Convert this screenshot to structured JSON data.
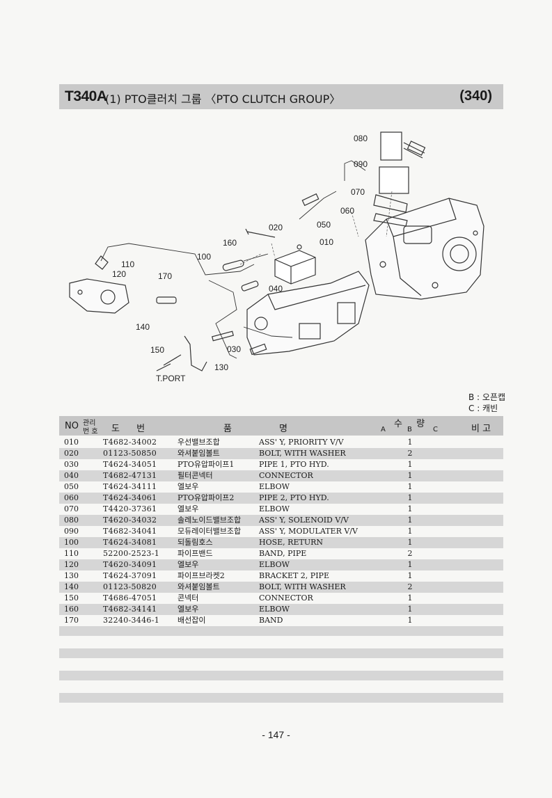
{
  "header": {
    "code": "T340A",
    "title": "(1) PTO클러치 그룹 〈PTO CLUTCH GROUP〉",
    "page_ref": "(340)"
  },
  "diagram": {
    "callouts": [
      "080",
      "090",
      "070",
      "060",
      "050",
      "020",
      "010",
      "160",
      "100",
      "110",
      "120",
      "170",
      "040",
      "140",
      "150",
      "030",
      "130",
      "T.PORT"
    ]
  },
  "legend": {
    "b": "B : 오픈캡",
    "c": "C : 캐빈"
  },
  "table": {
    "headers": {
      "no": "NO",
      "mgmt_top": "관리",
      "mgmt_bottom": "번 호",
      "drawing": "도 번",
      "part": "품",
      "name": "명",
      "qty": "수 량",
      "a": "A",
      "b": "B",
      "c": "C",
      "remarks": "비 고"
    },
    "rows": [
      {
        "no": "010",
        "part": "T4682-34002",
        "kr": "우선밸브조합",
        "en": "ASS' Y, PRIORITY V/V",
        "qty": "1"
      },
      {
        "no": "020",
        "part": "01123-50850",
        "kr": "와셔붙임볼트",
        "en": "BOLT, WITH WASHER",
        "qty": "2"
      },
      {
        "no": "030",
        "part": "T4624-34051",
        "kr": "PTO유압파이프1",
        "en": "PIPE 1, PTO HYD.",
        "qty": "1"
      },
      {
        "no": "040",
        "part": "T4682-47131",
        "kr": "필터콘넥터",
        "en": "CONNECTOR",
        "qty": "1"
      },
      {
        "no": "050",
        "part": "T4624-34111",
        "kr": "엘보우",
        "en": "ELBOW",
        "qty": "1"
      },
      {
        "no": "060",
        "part": "T4624-34061",
        "kr": "PTO유압파이프2",
        "en": "PIPE 2, PTO HYD.",
        "qty": "1"
      },
      {
        "no": "070",
        "part": "T4420-37361",
        "kr": "엘보우",
        "en": "ELBOW",
        "qty": "1"
      },
      {
        "no": "080",
        "part": "T4620-34032",
        "kr": "솔레노이드밸브조합",
        "en": "ASS' Y, SOLENOID V/V",
        "qty": "1"
      },
      {
        "no": "090",
        "part": "T4682-34041",
        "kr": "모듀레이터밸브조합",
        "en": "ASS' Y, MODULATER V/V",
        "qty": "1"
      },
      {
        "no": "100",
        "part": "T4624-34081",
        "kr": "되돌림호스",
        "en": "HOSE, RETURN",
        "qty": "1"
      },
      {
        "no": "110",
        "part": "52200-2523-1",
        "kr": "파이프밴드",
        "en": "BAND, PIPE",
        "qty": "2"
      },
      {
        "no": "120",
        "part": "T4620-34091",
        "kr": "엘보우",
        "en": "ELBOW",
        "qty": "1"
      },
      {
        "no": "130",
        "part": "T4624-37091",
        "kr": "파이프브라켓2",
        "en": "BRACKET 2, PIPE",
        "qty": "1"
      },
      {
        "no": "140",
        "part": "01123-50820",
        "kr": "와셔붙임볼트",
        "en": "BOLT, WITH WASHER",
        "qty": "2"
      },
      {
        "no": "150",
        "part": "T4686-47051",
        "kr": "콘넥터",
        "en": "CONNECTOR",
        "qty": "1"
      },
      {
        "no": "160",
        "part": "T4682-34141",
        "kr": "엘보우",
        "en": "ELBOW",
        "qty": "1"
      },
      {
        "no": "170",
        "part": "32240-3446-1",
        "kr": "배선잡이",
        "en": "BAND",
        "qty": "1"
      }
    ]
  },
  "footer": {
    "page_number": "- 147 -"
  }
}
